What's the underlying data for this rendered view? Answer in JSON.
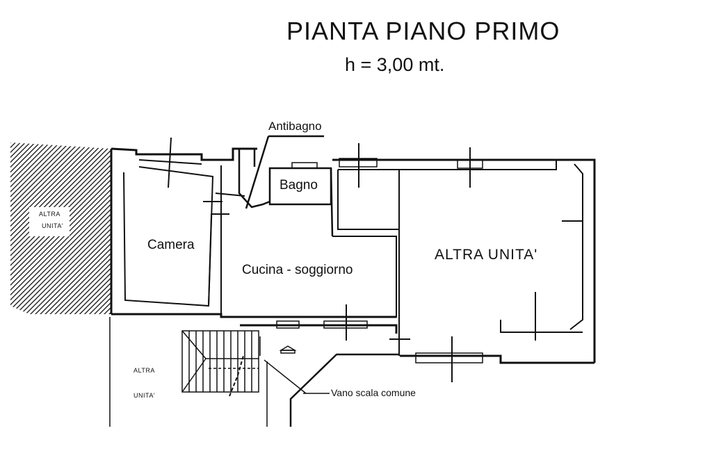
{
  "title": "PIANTA PIANO PRIMO",
  "subtitle": "h = 3,00 mt.",
  "labels": {
    "antibagno": "Antibagno",
    "bagno": "Bagno",
    "camera": "Camera",
    "cucina": "Cucina - soggiorno",
    "altra_unita_big": "ALTRA UNITA'",
    "hatched_altra": "ALTRA",
    "hatched_unita": "UNITA'",
    "stair_altra": "ALTRA",
    "stair_unita": "UNITA'",
    "vano_scala": "Vano scala comune"
  },
  "colors": {
    "ink": "#111111",
    "background": "#ffffff"
  }
}
